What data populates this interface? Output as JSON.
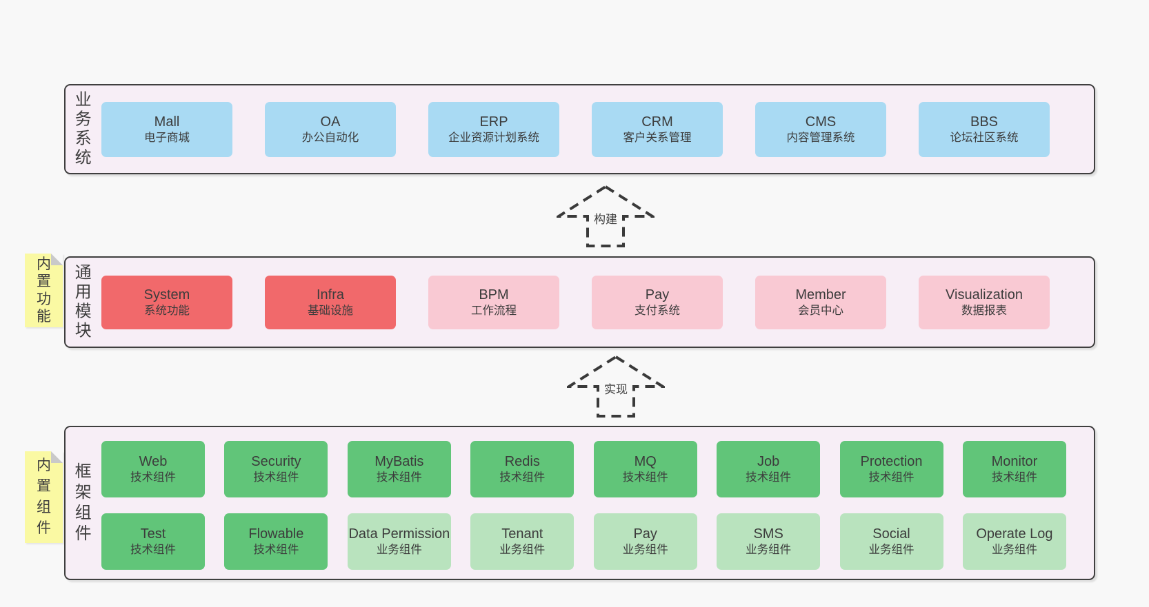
{
  "colors": {
    "page_bg": "#f8f8f8",
    "layer_bg": "#f7eef6",
    "layer_border": "#3f3f3f",
    "box_blue": "#a9daf3",
    "box_red": "#f1696b",
    "box_pink": "#f9c9d3",
    "box_green": "#61c579",
    "box_green_light": "#b9e3be",
    "sticky_yellow": "#faf9a3",
    "text": "#3c3c3c"
  },
  "diagram": {
    "layers": [
      {
        "label": "业务系统",
        "boxes": [
          {
            "name": "Mall",
            "desc": "电子商城"
          },
          {
            "name": "OA",
            "desc": "办公自动化"
          },
          {
            "name": "ERP",
            "desc": "企业资源计划系统"
          },
          {
            "name": "CRM",
            "desc": "客户关系管理"
          },
          {
            "name": "CMS",
            "desc": "内容管理系统"
          },
          {
            "name": "BBS",
            "desc": "论坛社区系统"
          }
        ]
      },
      {
        "label": "通用模块",
        "sticky": "内置功能",
        "boxes": [
          {
            "name": "System",
            "desc": "系统功能"
          },
          {
            "name": "Infra",
            "desc": "基础设施"
          },
          {
            "name": "BPM",
            "desc": "工作流程"
          },
          {
            "name": "Pay",
            "desc": "支付系统"
          },
          {
            "name": "Member",
            "desc": "会员中心"
          },
          {
            "name": "Visualization",
            "desc": "数据报表"
          }
        ]
      },
      {
        "label": "框架组件",
        "sticky": "内置组件",
        "rows": [
          [
            {
              "name": "Web",
              "desc": "技术组件"
            },
            {
              "name": "Security",
              "desc": "技术组件"
            },
            {
              "name": "MyBatis",
              "desc": "技术组件"
            },
            {
              "name": "Redis",
              "desc": "技术组件"
            },
            {
              "name": "MQ",
              "desc": "技术组件"
            },
            {
              "name": "Job",
              "desc": "技术组件"
            },
            {
              "name": "Protection",
              "desc": "技术组件"
            },
            {
              "name": "Monitor",
              "desc": "技术组件"
            }
          ],
          [
            {
              "name": "Test",
              "desc": "技术组件"
            },
            {
              "name": "Flowable",
              "desc": "技术组件"
            },
            {
              "name": "Data Permission",
              "desc": "业务组件"
            },
            {
              "name": "Tenant",
              "desc": "业务组件"
            },
            {
              "name": "Pay",
              "desc": "业务组件"
            },
            {
              "name": "SMS",
              "desc": "业务组件"
            },
            {
              "name": "Social",
              "desc": "业务组件"
            },
            {
              "name": "Operate Log",
              "desc": "业务组件"
            }
          ]
        ]
      }
    ],
    "arrows": [
      {
        "label": "构建"
      },
      {
        "label": "实现"
      }
    ]
  }
}
